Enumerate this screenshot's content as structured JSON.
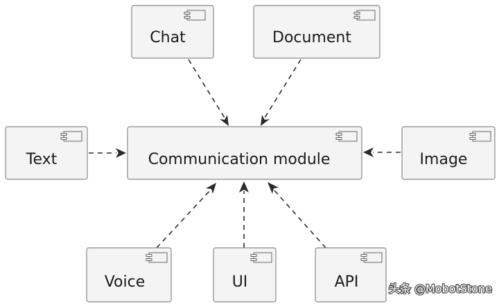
{
  "diagram": {
    "colors": {
      "box_fill": "#f4f4f4",
      "box_border": "#888888",
      "text": "#1a1a1a",
      "arrow": "#2a2a2a"
    },
    "components": {
      "chat": {
        "label": "Chat"
      },
      "document": {
        "label": "Document"
      },
      "text": {
        "label": "Text"
      },
      "communication_module": {
        "label": "Communication module"
      },
      "image": {
        "label": "Image"
      },
      "voice": {
        "label": "Voice"
      },
      "ui": {
        "label": "UI"
      },
      "api": {
        "label": "API"
      }
    },
    "dependencies": [
      {
        "from": "Chat",
        "to": "Communication module",
        "style": "dashed"
      },
      {
        "from": "Document",
        "to": "Communication module",
        "style": "dashed"
      },
      {
        "from": "Text",
        "to": "Communication module",
        "style": "dashed"
      },
      {
        "from": "Image",
        "to": "Communication module",
        "style": "dashed"
      },
      {
        "from": "Voice",
        "to": "Communication module",
        "style": "dashed"
      },
      {
        "from": "UI",
        "to": "Communication module",
        "style": "dashed"
      },
      {
        "from": "API",
        "to": "Communication module",
        "style": "dashed"
      }
    ]
  },
  "watermark": {
    "text": "头条 @MobotStone"
  }
}
